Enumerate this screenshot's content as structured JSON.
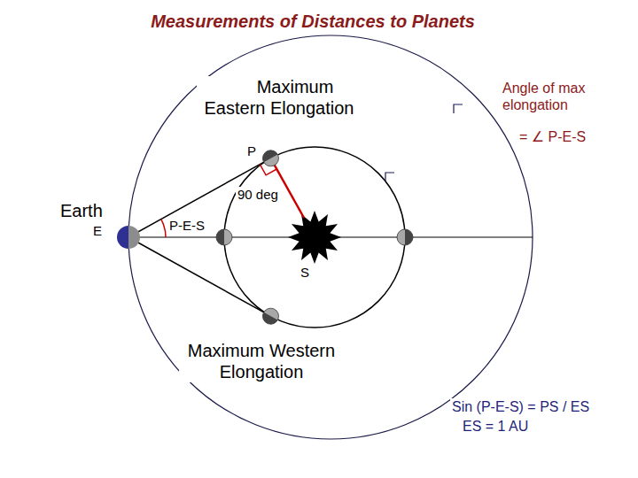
{
  "diagram": {
    "title": "Measurements of Distances to Planets",
    "labels": [
      "Maximum Eastern Elongation",
      "Angle of max elongation",
      "= ∠ P-E-S",
      "P",
      "90 deg",
      "Earth",
      "E",
      "P-E-S",
      "S",
      "Maximum Western Elongation",
      "Sin (P-E-S) = PS / ES",
      "ES = 1 AU"
    ]
  }
}
